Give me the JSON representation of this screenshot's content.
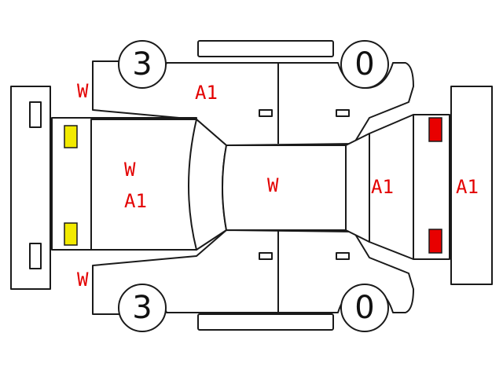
{
  "wheel_grades": {
    "top_left": "3",
    "top_right": "0",
    "bottom_left": "3",
    "bottom_right": "0"
  },
  "damage_marks": {
    "left_top_corner": "W",
    "left_bottom_corner": "W",
    "top_front_door": "A1",
    "hood_line1": "W",
    "hood_line2": "A1",
    "roof": "W",
    "trunk": "A1",
    "rear_bumper": "A1"
  },
  "colors": {
    "damage_mark": "#e30000",
    "front_lamp": "#f2ea00",
    "rear_lamp": "#e80000",
    "outline": "#1a1a1a"
  }
}
